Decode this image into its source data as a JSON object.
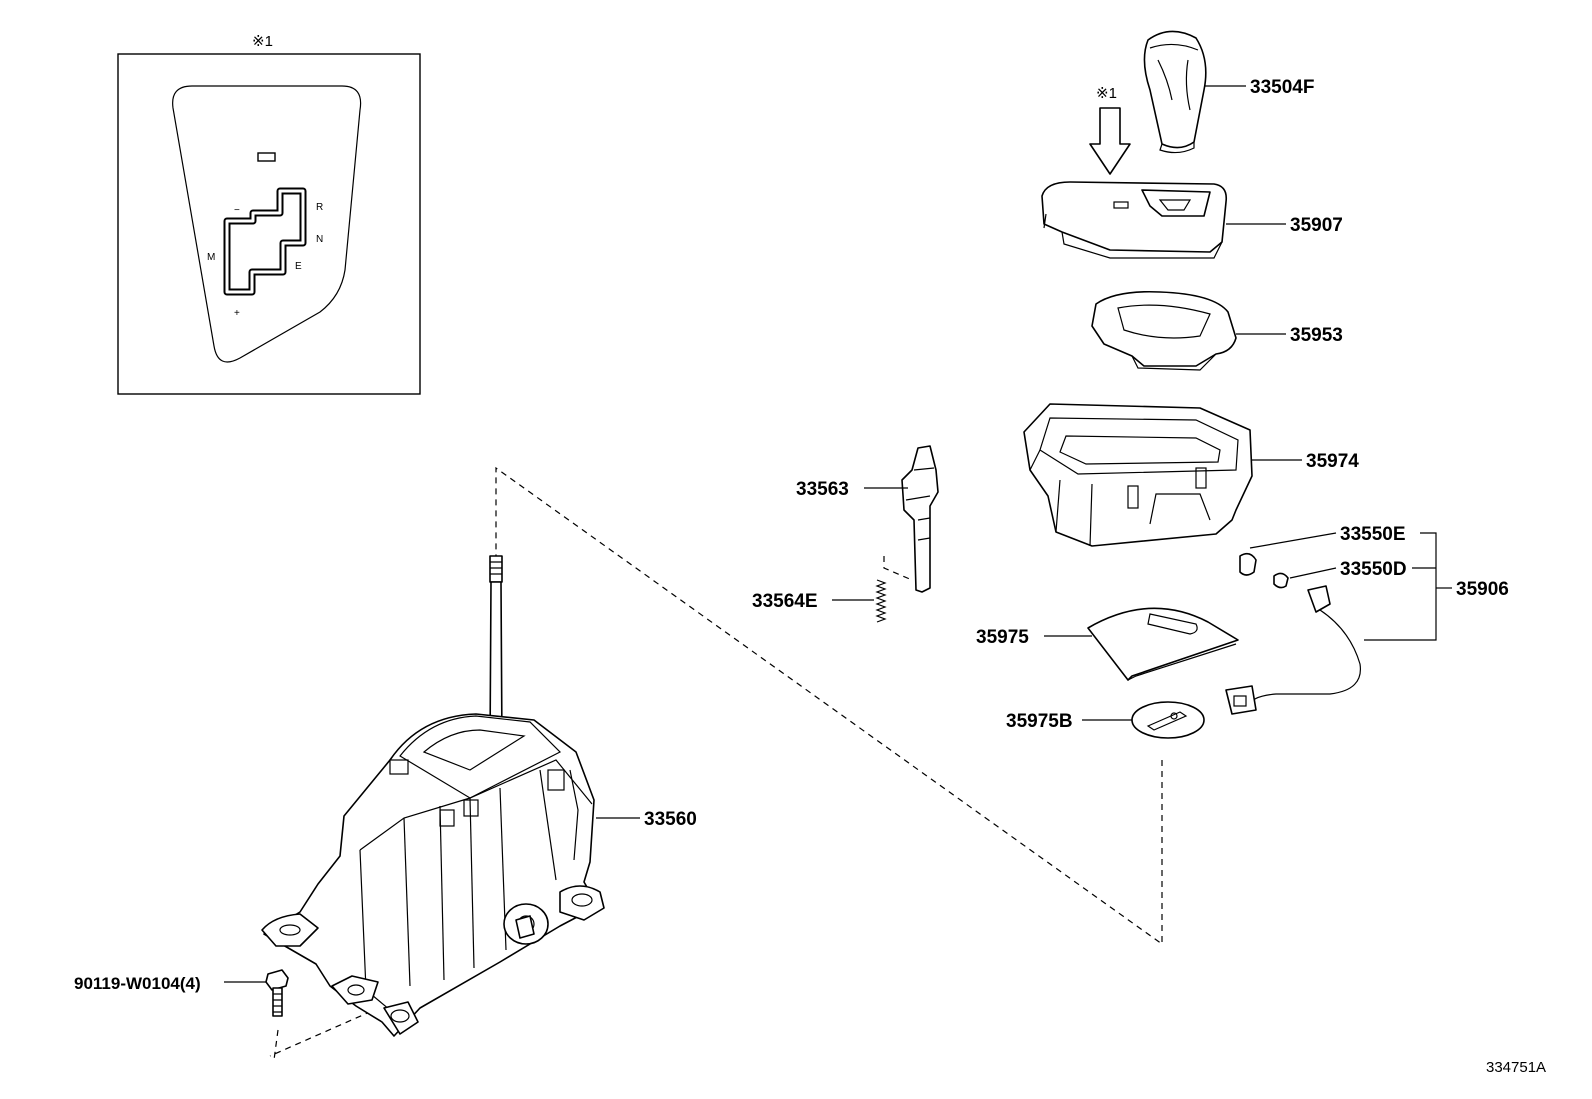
{
  "diagram": {
    "inset_ref": "※1",
    "arrow_ref": "※1",
    "gate_labels": {
      "r": "R",
      "n": "N",
      "e": "E",
      "m": "M",
      "minus": "−",
      "plus": "+"
    },
    "diagram_id": "334751A"
  },
  "parts": {
    "p33504F": "33504F",
    "p35907": "35907",
    "p35953": "35953",
    "p35974": "35974",
    "p33563": "33563",
    "p33564E": "33564E",
    "p33550E": "33550E",
    "p33550D": "33550D",
    "p35906": "35906",
    "p35975": "35975",
    "p35975B": "35975B",
    "p33560": "33560",
    "p90119": "90119-W0104(4)"
  }
}
